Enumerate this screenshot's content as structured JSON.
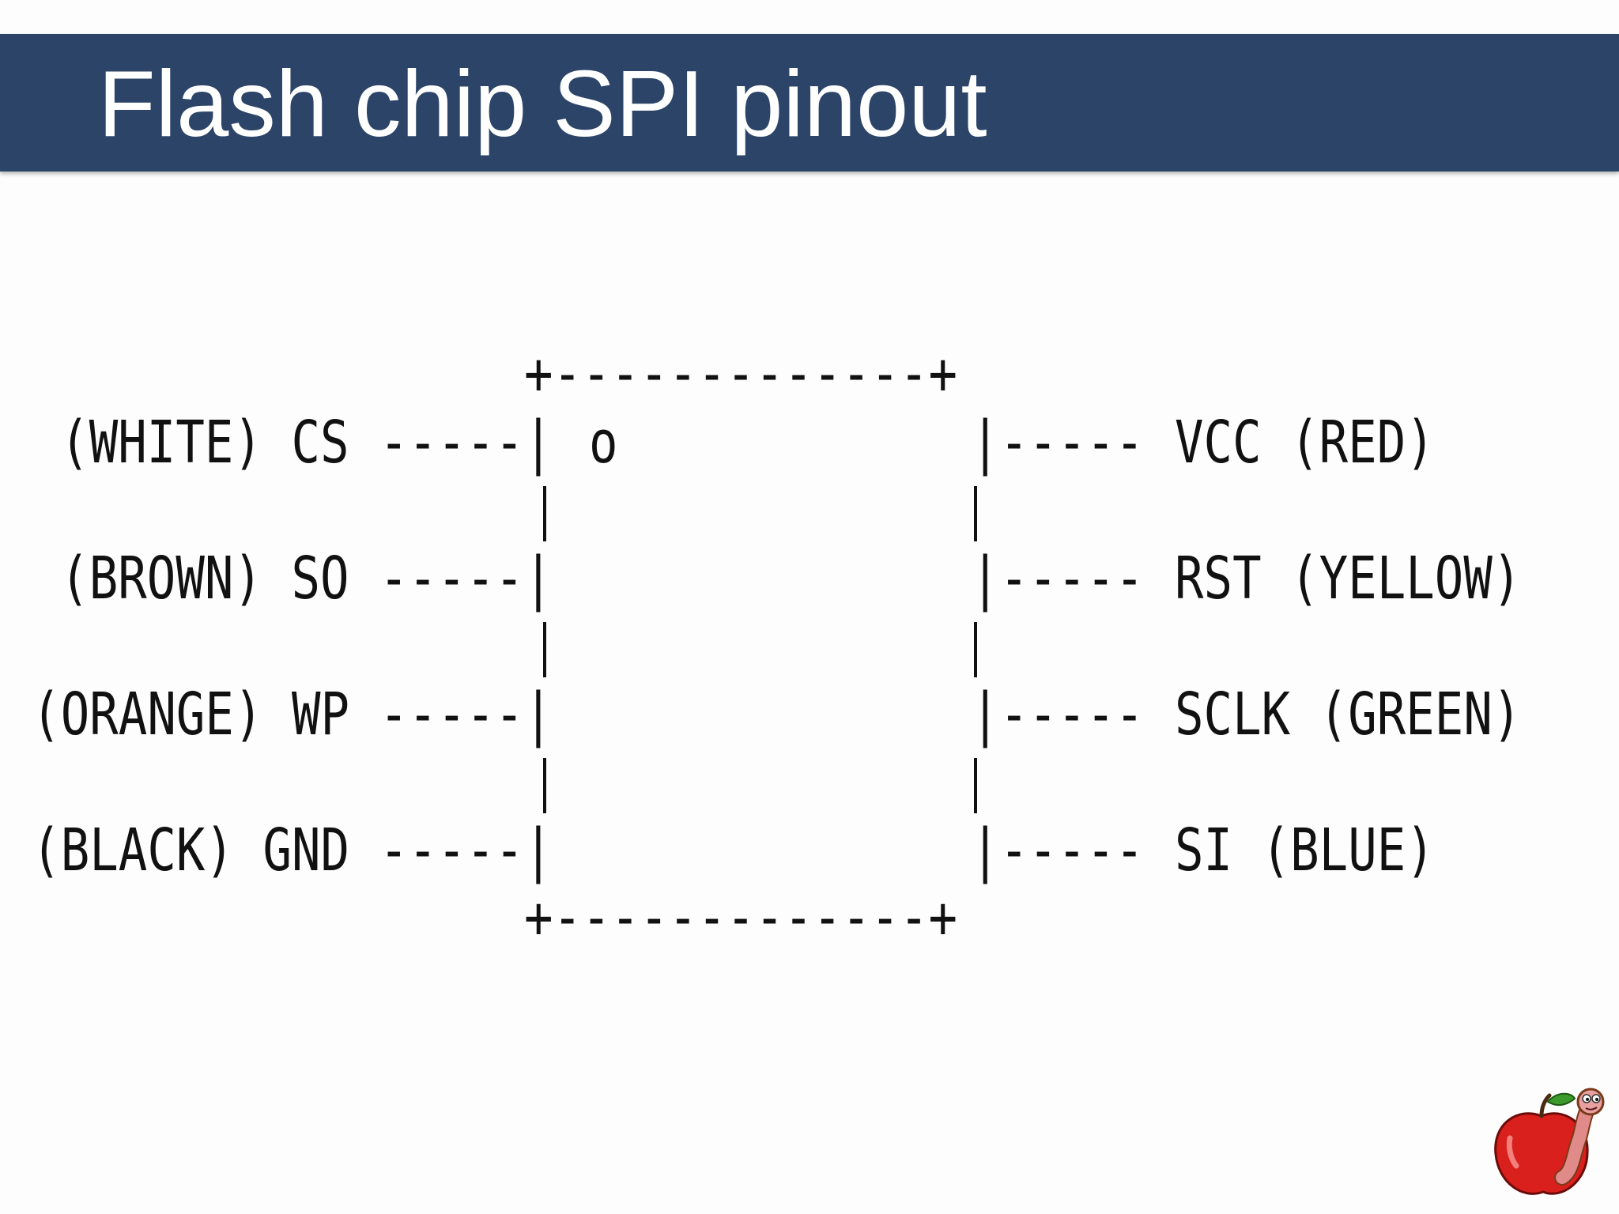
{
  "slide": {
    "title": "Flash chip SPI pinout"
  },
  "chip": {
    "top_edge": "+-------------+",
    "bottom_edge": "+-------------+",
    "pin1_marker": "o",
    "left_connector": "-----|",
    "right_connector": "|-----"
  },
  "pins": {
    "left": [
      {
        "label": "(WHITE) CS"
      },
      {
        "label": "(BROWN) SO"
      },
      {
        "label": "(ORANGE) WP"
      },
      {
        "label": "(BLACK) GND"
      }
    ],
    "right": [
      {
        "label": "VCC (RED)"
      },
      {
        "label": "RST (YELLOW)"
      },
      {
        "label": "SCLK (GREEN)"
      },
      {
        "label": "SI (BLUE)"
      }
    ]
  },
  "colors": {
    "title_bar": "#2b4468",
    "title_text": "#ffffff",
    "background": "#fdfdfd",
    "diagram_text": "#111111"
  },
  "logo": {
    "icon": "apple-with-worm-icon"
  }
}
